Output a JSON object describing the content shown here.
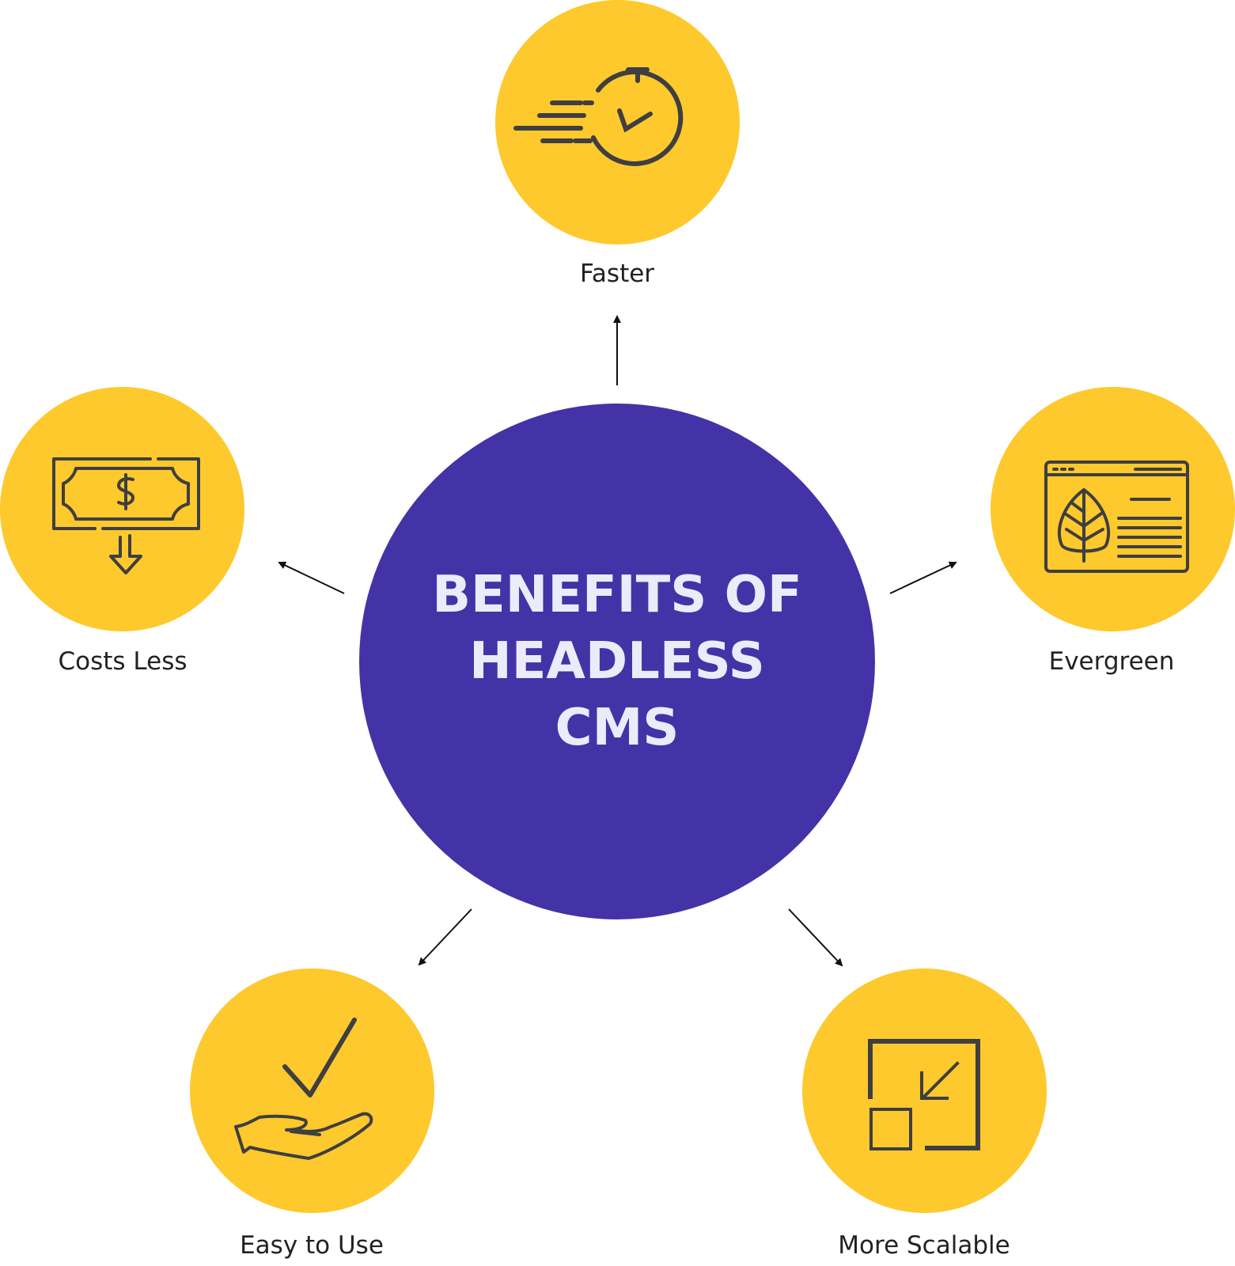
{
  "colors": {
    "accent_yellow": "#fdc92d",
    "center_purple": "#4433a6",
    "icon_stroke": "#3f3e40",
    "arrow": "#111111"
  },
  "center": {
    "title_lines": [
      "BENEFITS OF",
      "HEADLESS",
      "CMS"
    ]
  },
  "benefits": [
    {
      "label": "Faster",
      "icon": "stopwatch-icon"
    },
    {
      "label": "Evergreen",
      "icon": "browser-leaf-icon"
    },
    {
      "label": "More Scalable",
      "icon": "scale-down-icon"
    },
    {
      "label": "Easy to Use",
      "icon": "hand-check-icon"
    },
    {
      "label": "Costs Less",
      "icon": "money-down-icon"
    }
  ]
}
